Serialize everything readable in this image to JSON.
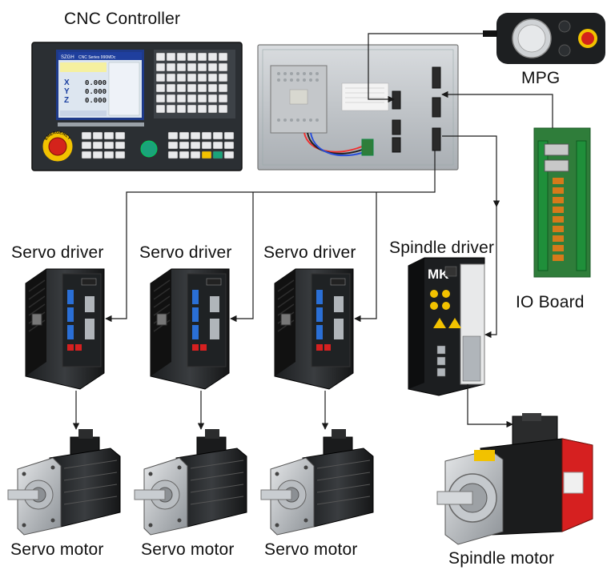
{
  "labels": {
    "cnc_controller": "CNC Controller",
    "mpg": "MPG",
    "io_board": "IO Board",
    "servo_driver": "Servo driver",
    "spindle_driver": "Spindle driver",
    "servo_motor": "Servo motor",
    "spindle_motor": "Spindle motor"
  },
  "screen": {
    "brand": "SZGH",
    "title": "CNC Series 990MDc",
    "axes": [
      "X",
      "Y",
      "Z"
    ],
    "values": [
      "0.000",
      "0.000",
      "0.000"
    ]
  },
  "emergency_text": "EMERGENCY",
  "spindle_brand": "MK",
  "colors": {
    "wire": "#1a1a1a",
    "panel": "#2b2f33",
    "screen_bg": "#dde6f0",
    "emergency": "#d4231b",
    "spindle_red": "#d62020",
    "pcb_green": "#2f7d3a",
    "led_yellow": "#f2c200"
  }
}
